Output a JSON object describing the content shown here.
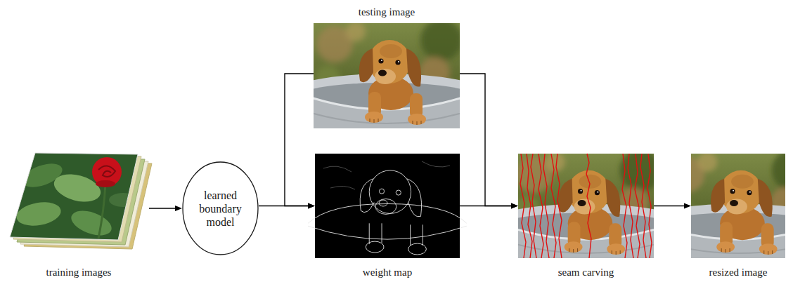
{
  "diagram": {
    "nodes": [
      {
        "text": [
          "training images"
        ]
      },
      {
        "text": [
          "learned boundary model"
        ]
      },
      {
        "text": [
          "testing image"
        ]
      },
      {
        "text": [
          "weight map"
        ]
      },
      {
        "text": [
          "seam carving"
        ]
      },
      {
        "text": [
          "resized image"
        ]
      }
    ],
    "edges": [
      {
        "from": 0,
        "to": 1,
        "arrow": "to"
      },
      {
        "from": 1,
        "to": 3,
        "arrow": "to"
      },
      {
        "from": 2,
        "to": 3,
        "arrow": "to"
      },
      {
        "from": 2,
        "to": 4,
        "arrow": "to"
      },
      {
        "from": 3,
        "to": 4,
        "arrow": "to"
      },
      {
        "from": 4,
        "to": 5,
        "arrow": "to"
      }
    ]
  }
}
